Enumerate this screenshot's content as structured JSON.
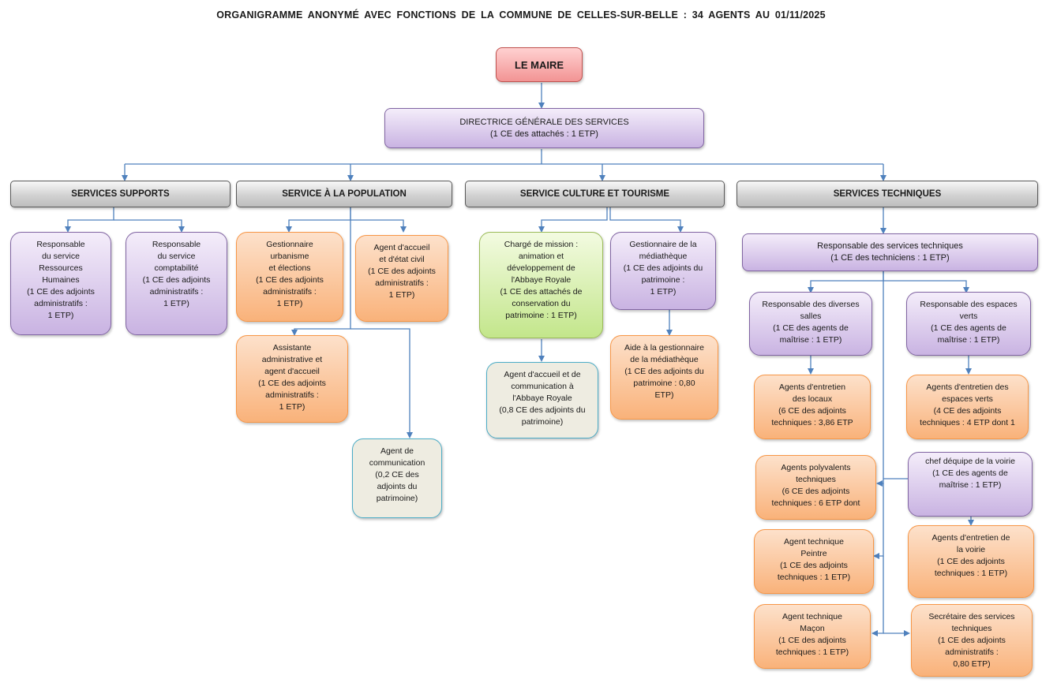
{
  "title": "ORGANIGRAMME ANONYMÉ  AVEC FONCTIONS DE LA COMMUNE DE CELLES-SUR-BELLE :   34 AGENTS AU 01/11/2025",
  "colors": {
    "connector": "#4f81bd",
    "mayor": "#f29494",
    "purple": "#c9b3e2",
    "orange": "#f9b27a",
    "green": "#c3e68b",
    "beige": "#eeece1",
    "service": "#d2d2d2"
  },
  "mayor": {
    "label": "LE MAIRE"
  },
  "dgs": {
    "label": "DIRECTRICE GÉNÉRALE DES SERVICES\n(1 CE des attachés : 1 ETP)"
  },
  "services": [
    {
      "label": "SERVICES SUPPORTS"
    },
    {
      "label": "SERVICE À LA POPULATION"
    },
    {
      "label": "SERVICE CULTURE ET TOURISME"
    },
    {
      "label": "SERVICES TECHNIQUES"
    }
  ],
  "supports": [
    {
      "label": "Responsable\ndu service\nRessources\nHumaines\n(1 CE des adjoints\nadministratifs :\n1 ETP)"
    },
    {
      "label": "Responsable\ndu service\ncomptabilité\n(1 CE des adjoints\nadministratifs :\n1 ETP)"
    }
  ],
  "population": [
    {
      "label": "Gestionnaire\nurbanisme\net élections\n(1 CE des adjoints\nadministratifs :\n1 ETP)"
    },
    {
      "label": "Agent d'accueil\net d'état civil\n(1 CE des adjoints\nadministratifs :\n1 ETP)"
    },
    {
      "label": "Assistante\nadministrative et\nagent d'accueil\n(1 CE des adjoints\nadministratifs :\n1 ETP)"
    },
    {
      "label": "Agent de\ncommunication\n(0,2 CE des\nadjoints du\npatrimoine)"
    }
  ],
  "culture": [
    {
      "label": "Chargé de mission :\nanimation et\ndéveloppement de\nl'Abbaye Royale\n(1 CE des attachés de\nconservation du\npatrimoine : 1 ETP)"
    },
    {
      "label": "Gestionnaire de la\nmédiathèque\n(1 CE des adjoints du\npatrimoine :\n1 ETP)"
    },
    {
      "label": "Agent d'accueil et de\ncommunication à\nl'Abbaye Royale\n(0,8 CE des adjoints du\npatrimoine)"
    },
    {
      "label": "Aide à la gestionnaire\nde la médiathèque\n(1 CE des adjoints du\npatrimoine : 0,80\nETP)"
    }
  ],
  "techniques": {
    "head": {
      "label": "Responsable des services techniques\n(1 CE des techniciens : 1 ETP)"
    },
    "salles": {
      "label": "Responsable des diverses\nsalles\n(1 CE des agents de\nmaîtrise : 1 ETP)"
    },
    "espaces": {
      "label": "Responsable des espaces\nverts\n(1 CE des agents de\nmaîtrise : 1 ETP)"
    },
    "locaux": {
      "label": "Agents d'entretien\ndes locaux\n(6 CE des adjoints\ntechniques : 3,86 ETP"
    },
    "ev_agents": {
      "label": "Agents d'entretien des\nespaces verts\n(4 CE des adjoints\ntechniques : 4 ETP dont 1"
    },
    "polyvalents": {
      "label": "Agents polyvalents\ntechniques\n(6 CE des adjoints\ntechniques : 6 ETP dont"
    },
    "voirie_chef": {
      "label": "chef déquipe de la voirie\n(1 CE des agents de\nmaîtrise : 1 ETP)"
    },
    "peintre": {
      "label": "Agent technique\nPeintre\n(1 CE des adjoints\ntechniques : 1 ETP)"
    },
    "voirie_agents": {
      "label": "Agents d'entretien      de\nla voirie\n(1 CE des adjoints\ntechniques : 1 ETP)"
    },
    "macon": {
      "label": "Agent technique\nMaçon\n(1 CE des adjoints\ntechniques : 1 ETP)"
    },
    "secretaire": {
      "label": "Secrétaire des services\ntechniques\n(1 CE des adjoints\nadministratifs :\n0,80 ETP)"
    }
  }
}
